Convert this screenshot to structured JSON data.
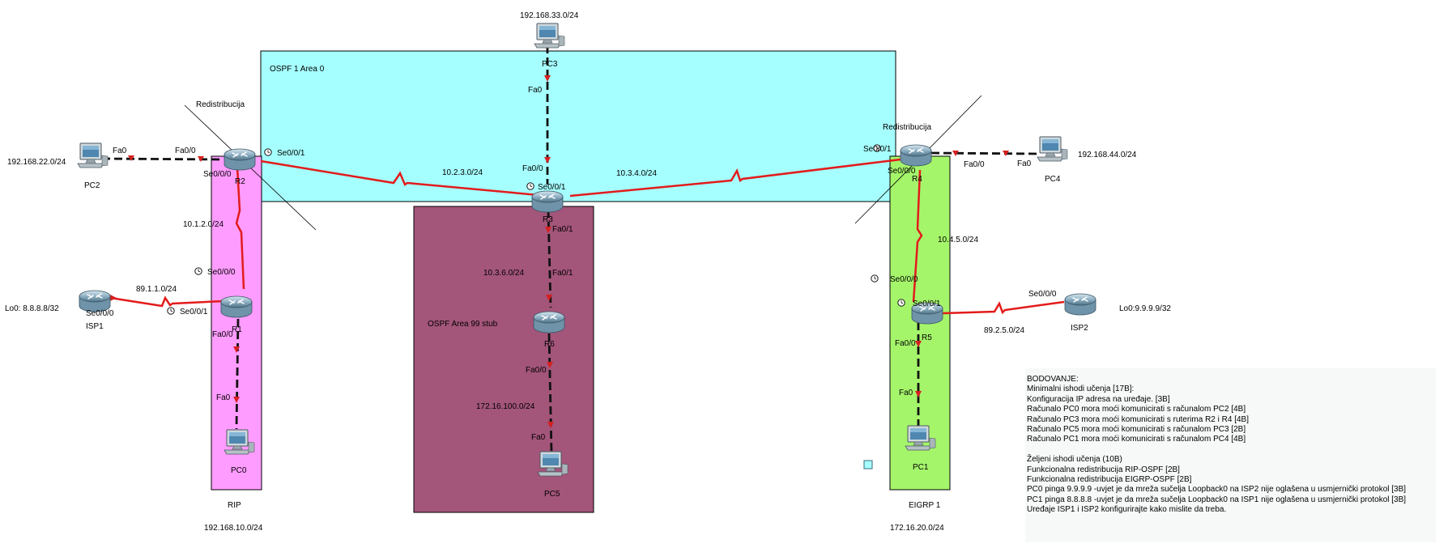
{
  "networks": {
    "pc3_net": "192.168.33.0/24",
    "pc2_net": "192.168.22.0/24",
    "pc4_net": "192.168.44.0/24",
    "rip_lan": "192.168.10.0/24",
    "eigrp_lan": "172.16.20.0/24",
    "r2_r3": "10.2.3.0/24",
    "r3_r4": "10.3.4.0/24",
    "r2_r1": "10.1.2.0/24",
    "r3_r6": "10.3.6.0/24",
    "r6_pc5": "172.16.100.0/24",
    "r4_r5": "10.4.5.0/24",
    "isp1_r1": "89.1.1.0/24",
    "r5_isp2": "89.2.5.0/24"
  },
  "areas": {
    "ospf0": "OSPF 1 Area 0",
    "ospf99": "OSPF Area 99 stub",
    "rip": "RIP",
    "eigrp": "EIGRP 1"
  },
  "annotations": {
    "redistribution_left": "Redistribucija",
    "redistribution_right": "Redistribucija",
    "isp1_loopback": "Lo0: 8.8.8.8/32",
    "isp2_loopback": "Lo0:9.9.9.9/32"
  },
  "devices": {
    "pc0": "PC0",
    "pc1": "PC1",
    "pc2": "PC2",
    "pc3": "PC3",
    "pc4": "PC4",
    "pc5": "PC5",
    "r1": "R1",
    "r2": "R2",
    "r3": "R3",
    "r4": "R4",
    "r5": "R5",
    "r6": "R6",
    "isp1": "ISP1",
    "isp2": "ISP2"
  },
  "ports": {
    "pc3_fa0": "Fa0",
    "r3_fa00": "Fa0/0",
    "r3_se001": "Se0/0/1",
    "r3_fa01": "Fa0/1",
    "r6_fa01": "Fa0/1",
    "r6_fa00": "Fa0/0",
    "pc5_fa0": "Fa0",
    "pc2_fa0": "Fa0",
    "r2_fa00": "Fa0/0",
    "r2_se001": "Se0/0/1",
    "r2_se000": "Se0/0/0",
    "r1_se000": "Se0/0/0",
    "r1_se001": "Se0/0/1",
    "r1_fa00": "Fa0/0",
    "pc0_fa0": "Fa0",
    "isp1_se000": "Se0/0/0",
    "r4_se001": "Se0/0/1",
    "r4_se000": "Se0/0/0",
    "r4_fa00": "Fa0/0",
    "pc4_fa0": "Fa0",
    "r5_se000": "Se0/0/0",
    "r5_se001": "Se0/0/1",
    "r5_fa00": "Fa0/0",
    "pc1_fa0": "Fa0",
    "isp2_se000": "Se0/0/0"
  },
  "notes": [
    "BODOVANJE:",
    "Minimalni ishodi učenja [17B]:",
    "Konfiguracija IP adresa na uređaje. [3B]",
    "Računalo PC0 mora moći komunicirati s računalom PC2 [4B]",
    "Računalo PC3 mora moći komunicirati s ruterima R2 i R4 [4B]",
    "Računalo PC5 mora moći komunicirati s računalom PC3 [2B]",
    "Računalo PC1 mora moći komunicirati s računalom PC4 [4B]",
    "",
    "Željeni ishodi učenja (10B)",
    "Funkcionalna redistribucija RIP-OSPF [2B]",
    "Funkcionalna redistribucija EIGRP-OSPF [2B]",
    "PC0 pinga 9.9.9.9 -uvjet je da mreža sučelja Loopback0 na ISP2 nije oglašena u usmjernički protokol [3B]",
    "PC1 pinga 8.8.8.8 -uvjet je da mreža sučelja Loopback0 na ISP1 nije oglašena u usmjernički protokol [3B]",
    "Uređaje ISP1 i ISP2 konfigurirajte kako mislite da treba."
  ],
  "colors": {
    "ospf0": "#a6ffff",
    "ospf99": "#a3557a",
    "rip": "#ff9cff",
    "eigrp": "#a5f56b",
    "serial_link": "#e31b1b",
    "ethernet_link": "#111111",
    "port_marker": "#d62020"
  }
}
